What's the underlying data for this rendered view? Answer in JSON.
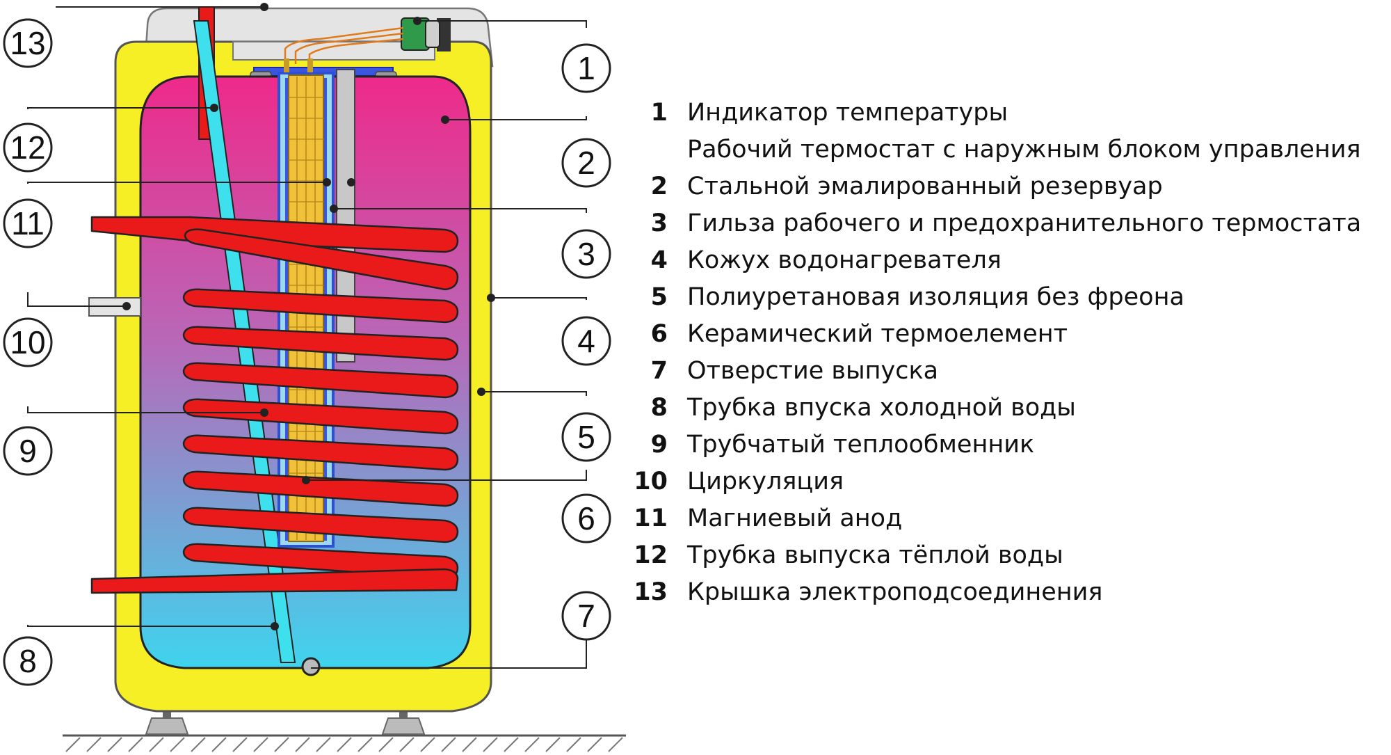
{
  "legend": [
    {
      "num": "1",
      "text": "Индикатор температуры"
    },
    {
      "num": "",
      "text": "Рабочий термостат с наружным блоком управления"
    },
    {
      "num": "2",
      "text": "Стальной эмалированный резервуар"
    },
    {
      "num": "3",
      "text": "Гильза рабочего и предохранительного термостата"
    },
    {
      "num": "4",
      "text": "Кожух водонагревателя"
    },
    {
      "num": "5",
      "text": "Полиуретановая изоляция без фреона"
    },
    {
      "num": "6",
      "text": "Керамический термоелемент"
    },
    {
      "num": "7",
      "text": "Отверстие выпуска"
    },
    {
      "num": "8",
      "text": "Трубка впуска холодной воды"
    },
    {
      "num": "9",
      "text": "Трубчатый теплообменник"
    },
    {
      "num": "10",
      "text": "Циркуляция"
    },
    {
      "num": "11",
      "text": "Магниевый анод"
    },
    {
      "num": "12",
      "text": "Трубка выпуска тёплой воды"
    },
    {
      "num": "13",
      "text": "Крышка электроподсоединения"
    }
  ],
  "callouts": {
    "c1": "1",
    "c2": "2",
    "c3": "3",
    "c4": "4",
    "c5": "5",
    "c6": "6",
    "c7": "7",
    "c8": "8",
    "c9": "9",
    "c10": "10",
    "c11": "11",
    "c12": "12",
    "c13": "13"
  },
  "colors": {
    "casing": "#f6ef26",
    "tank_top": "#ee2a8a",
    "tank_bottom": "#3fd4ee",
    "coil": "#ea1a1a",
    "heater": "#f2c13a",
    "heater_outline": "#2c4fd8",
    "cover": "#e4e4e4"
  }
}
